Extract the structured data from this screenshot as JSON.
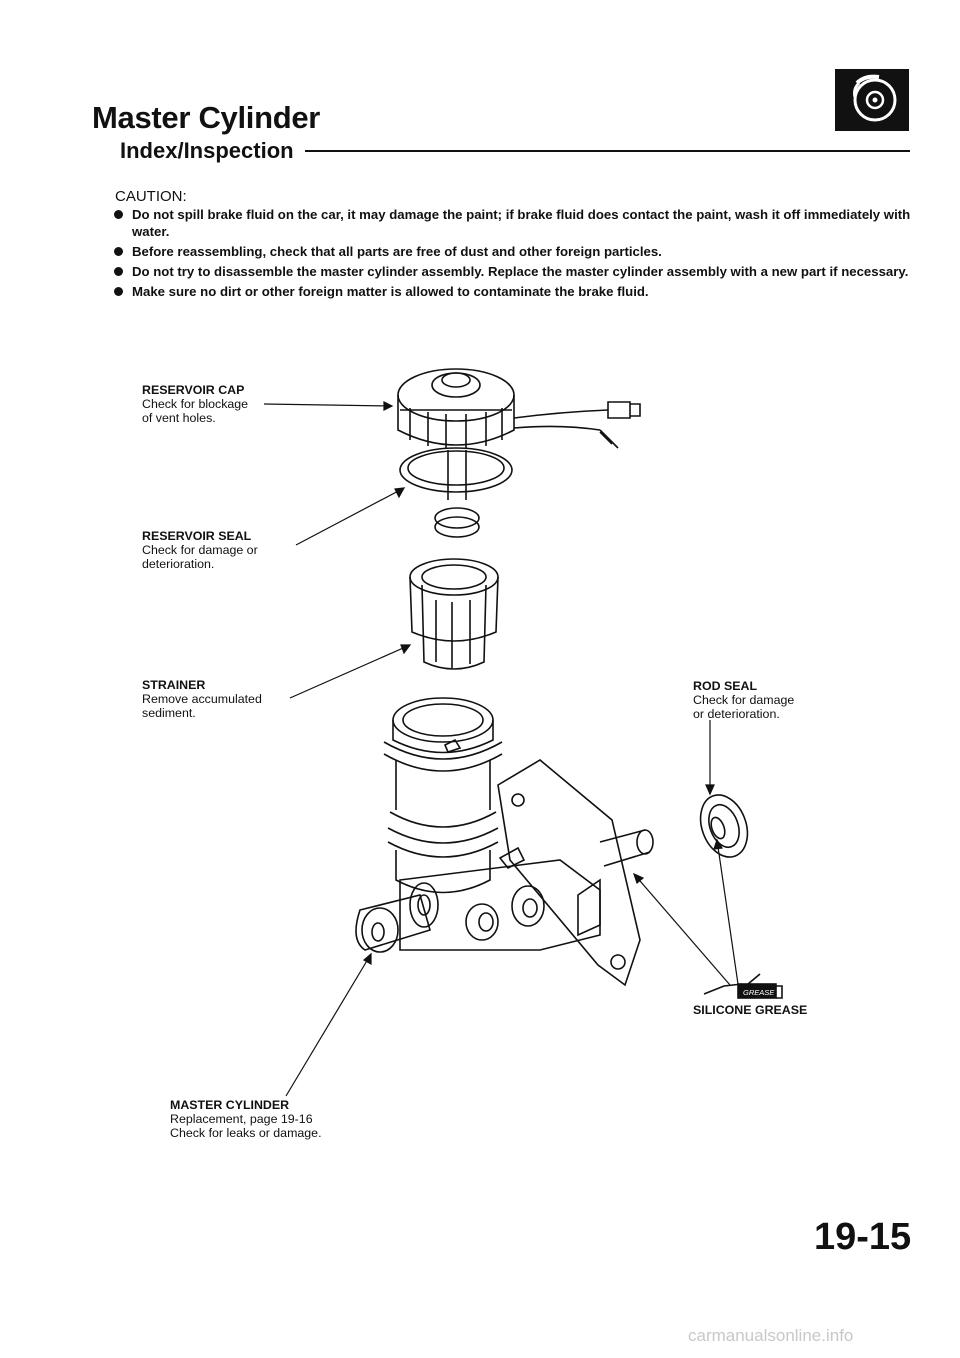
{
  "header": {
    "title": "Master Cylinder",
    "subtitle": "Index/Inspection"
  },
  "icons": {
    "section_badge": "brake-disc-icon",
    "grease_symbol": "grease-tube-icon"
  },
  "caution": {
    "title": "CAUTION:",
    "items": [
      "Do not spill brake fluid on the car, it may damage the paint; if brake fluid does contact the paint, wash it off immediately with water.",
      "Before reassembling, check that all parts are free of dust and other foreign particles.",
      "Do not try to disassemble the master cylinder assembly. Replace the master cylinder assembly with a new part if necessary.",
      "Make sure no dirt or other foreign matter is allowed to contaminate the brake fluid."
    ]
  },
  "labels": {
    "reservoir_cap": {
      "heading": "RESERVOIR CAP",
      "lines": [
        "Check for blockage",
        "of vent holes."
      ]
    },
    "reservoir_seal": {
      "heading": "RESERVOIR SEAL",
      "lines": [
        "Check for damage or",
        "deterioration."
      ]
    },
    "strainer": {
      "heading": "STRAINER",
      "lines": [
        "Remove accumulated",
        "sediment."
      ]
    },
    "rod_seal": {
      "heading": "ROD SEAL",
      "lines": [
        "Check for damage",
        "or deterioration."
      ]
    },
    "master_cylinder": {
      "heading": "MASTER CYLINDER",
      "lines": [
        "Replacement, page 19-16",
        "Check for leaks or damage."
      ]
    },
    "silicone_grease": "SILICONE GREASE",
    "grease_tag": "GREASE"
  },
  "page_number": "19-15",
  "watermark": "carmanualsonline.info"
}
